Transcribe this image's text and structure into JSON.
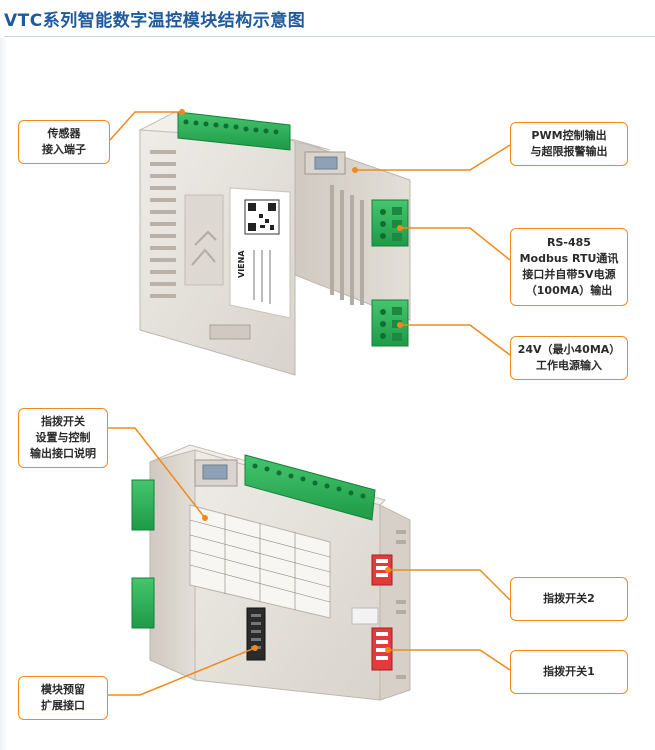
{
  "title": "VTC系列智能数字温控模块结构示意图",
  "colors": {
    "title": "#1f5a9e",
    "callout_border": "#f08a1c",
    "leader_line": "#f08a1c",
    "module_body": "#e6e2dc",
    "terminal_green": "#2fb35a",
    "dip_switch": "#e23b3b"
  },
  "callouts": {
    "sensor": {
      "line1": "传感器",
      "line2": "接入端子"
    },
    "pwm": {
      "line1": "PWM控制输出",
      "line2": "与超限报警输出"
    },
    "rs485": {
      "line1": "RS-485",
      "line2": "Modbus RTU通讯",
      "line3": "接口并自带5V电源",
      "line4": "（100MA）输出"
    },
    "power": {
      "line1": "24V（最小40MA）",
      "line2": "工作电源输入"
    },
    "dip_desc": {
      "line1": "指拨开关",
      "line2": "设置与控制",
      "line3": "输出接口说明"
    },
    "dip2": {
      "label": "指拨开关2"
    },
    "dip1": {
      "label": "指拨开关1"
    },
    "expansion": {
      "line1": "模块预留",
      "line2": "扩展接口"
    }
  },
  "product_labels": {
    "brand": "VIENA"
  }
}
